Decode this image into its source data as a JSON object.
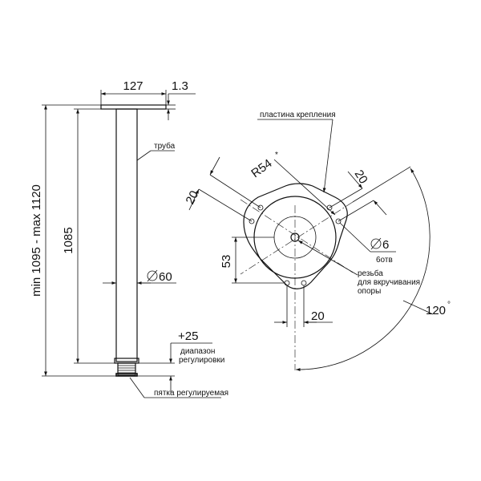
{
  "side_view": {
    "dim_top_width": "127",
    "dim_flange": "1.3",
    "dim_total": "min 1095 - max 1120",
    "dim_tube_length": "1085",
    "dim_diameter": "60",
    "dim_adjust": "+25",
    "label_tube": "труба",
    "label_range_line1": "диапазон",
    "label_range_line2": "регулировки",
    "label_foot": "пятка регулируемая"
  },
  "plate_view": {
    "label_plate": "пластина крепления",
    "dim_radius": "R54",
    "dim_radius_mark": "*",
    "dim_offset_left": "20",
    "dim_offset_right": "20",
    "dim_vertical": "53",
    "dim_bottom": "20",
    "dim_hole": "6",
    "label_holes": "6отв",
    "label_thread_line1": "резьба",
    "label_thread_line2": "для вкручивания",
    "label_thread_line3": "опоры",
    "dim_angle": "120",
    "dim_angle_mark": "°"
  }
}
